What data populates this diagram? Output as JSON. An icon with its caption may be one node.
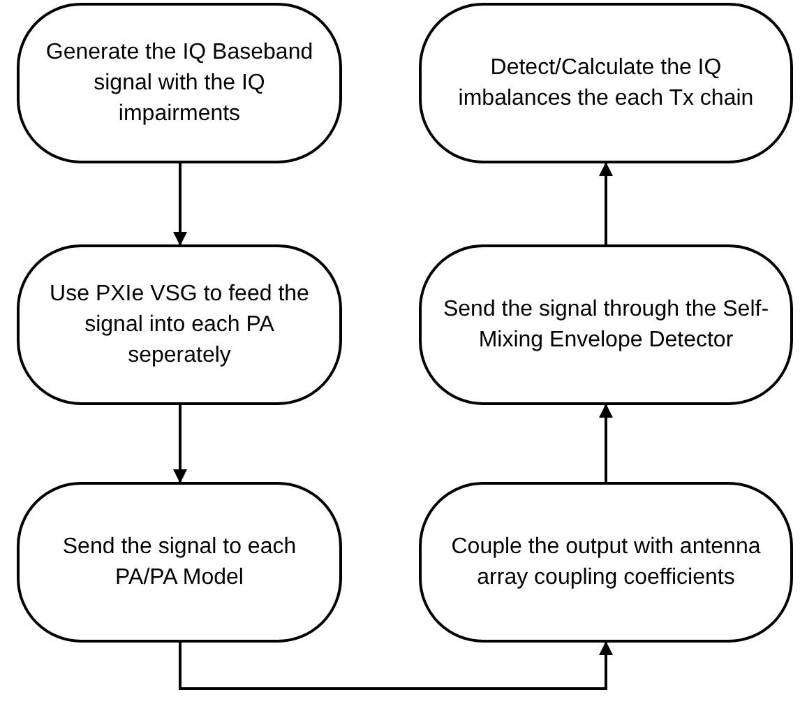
{
  "diagram": {
    "nodes": [
      {
        "text": [
          "Generate the IQ Baseband signal with the IQ impairments"
        ]
      },
      {
        "text": [
          "Use PXIe VSG to feed the signal into each PA seperately"
        ]
      },
      {
        "text": [
          "Send the signal to each PA/PA Model"
        ]
      },
      {
        "text": [
          "Detect/Calculate the IQ imbalances the each Tx chain"
        ]
      },
      {
        "text": [
          "Send the signal through the Self-Mixing Envelope Detector"
        ]
      },
      {
        "text": [
          "Couple the output with antenna array coupling coefficients"
        ]
      }
    ],
    "edges": [
      {
        "from": 0,
        "to": 1,
        "arrow": "to"
      },
      {
        "from": 1,
        "to": 2,
        "arrow": "to"
      },
      {
        "from": 2,
        "to": 5,
        "arrow": "to"
      },
      {
        "from": 5,
        "to": 4,
        "arrow": "to"
      },
      {
        "from": 4,
        "to": 3,
        "arrow": "to"
      }
    ]
  }
}
